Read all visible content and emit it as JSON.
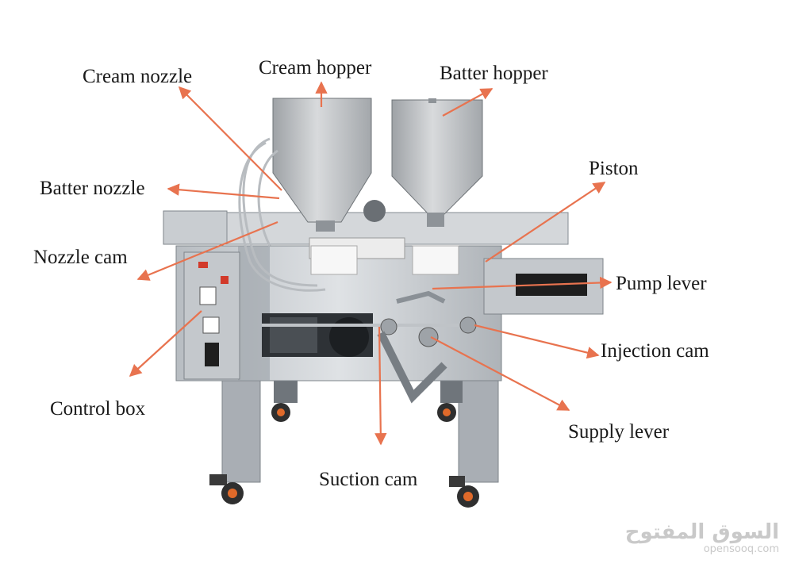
{
  "labels": {
    "cream_nozzle": "Cream nozzle",
    "cream_hopper": "Cream hopper",
    "batter_hopper": "Batter hopper",
    "piston": "Piston",
    "batter_nozzle": "Batter nozzle",
    "nozzle_cam": "Nozzle cam",
    "pump_lever": "Pump lever",
    "injection_cam": "Injection cam",
    "control_box": "Control box",
    "supply_lever": "Supply lever",
    "suction_cam": "Suction cam"
  },
  "watermark": {
    "arabic": "السوق المفتوح",
    "latin": "opensooq.com"
  },
  "colors": {
    "arrow": "#e8734f",
    "text": "#1a1a1a",
    "machine_metal": "#c8ccd0",
    "machine_panel": "#a9aeb4",
    "hopper": "#b9bcbf",
    "white_block": "#f2f2f2",
    "wheel": "#e06a2a"
  }
}
